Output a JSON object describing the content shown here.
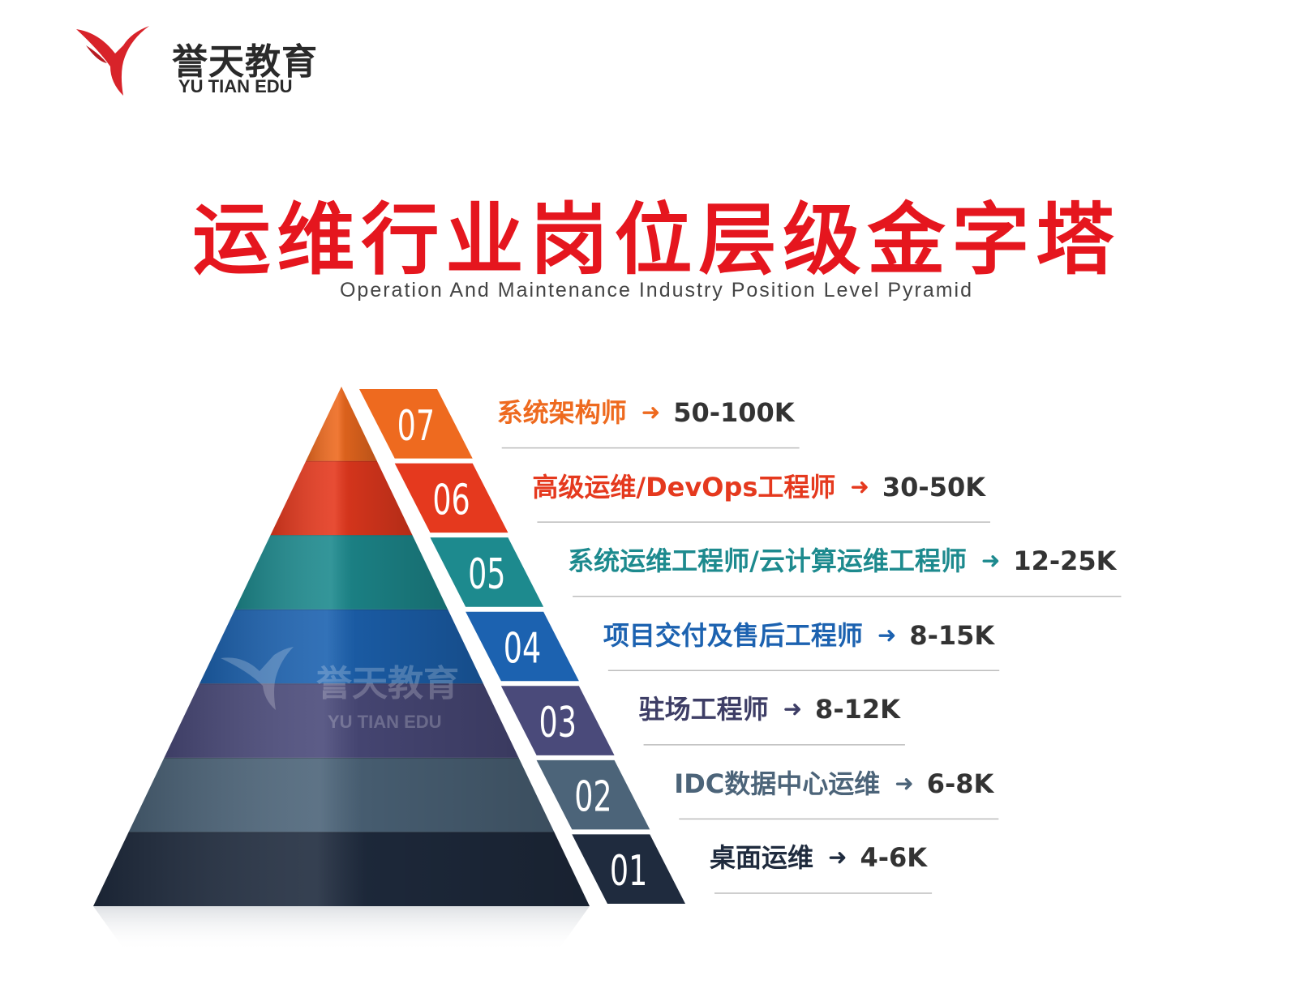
{
  "logo": {
    "cn": "誉天教育",
    "en": "YU TIAN EDU"
  },
  "title": "运维行业岗位层级金字塔",
  "subtitle": "Operation And Maintenance Industry Position Level Pyramid",
  "watermark": {
    "cn": "誉天教育",
    "en": "YU TIAN EDU"
  },
  "arrow_icon": "right-arrow-icon",
  "colors": {
    "title": "#e5161e",
    "salary": "#333333"
  },
  "levels": [
    {
      "num": "07",
      "role": "系统架构师",
      "salary": "50-100K",
      "color": "#ee6a1f",
      "role_color": "#ee6a1f"
    },
    {
      "num": "06",
      "role": "高级运维/DevOps工程师",
      "salary": "30-50K",
      "color": "#e5391e",
      "role_color": "#e5391e"
    },
    {
      "num": "05",
      "role": "系统运维工程师/云计算运维工程师",
      "salary": "12-25K",
      "color": "#1d8a8e",
      "role_color": "#1d8a8e"
    },
    {
      "num": "04",
      "role": "项目交付及售后工程师",
      "salary": "8-15K",
      "color": "#1c62b0",
      "role_color": "#1c62b0"
    },
    {
      "num": "03",
      "role": "驻场工程师",
      "salary": "8-12K",
      "color": "#4a4a7a",
      "role_color": "#3e3e66"
    },
    {
      "num": "02",
      "role": "IDC数据中心运维",
      "salary": "6-8K",
      "color": "#4c6479",
      "role_color": "#4c6479"
    },
    {
      "num": "01",
      "role": "桌面运维",
      "salary": "4-6K",
      "color": "#1f2b3e",
      "role_color": "#1f2b3e"
    }
  ]
}
